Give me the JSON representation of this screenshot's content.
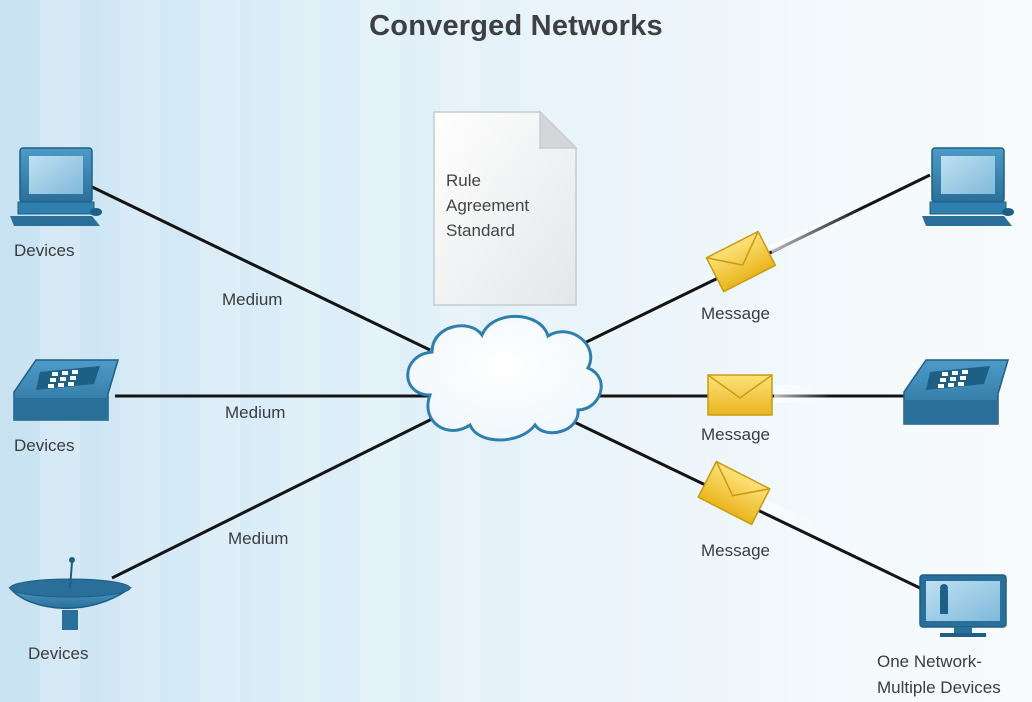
{
  "title": "Converged Networks",
  "document": {
    "lines": [
      "Rule",
      "Agreement",
      "Standard"
    ]
  },
  "left_devices": [
    {
      "device": "computer-icon",
      "label": "Devices"
    },
    {
      "device": "phone-icon",
      "label": "Devices"
    },
    {
      "device": "satellite-dish-icon",
      "label": "Devices"
    }
  ],
  "medium_labels": [
    "Medium",
    "Medium",
    "Medium"
  ],
  "message_labels": [
    "Message",
    "Message",
    "Message"
  ],
  "right_caption": {
    "line1": "One Network-",
    "line2": "Multiple Devices"
  },
  "colors": {
    "device_blue": "#2f7fae",
    "device_dark": "#1e5f86",
    "envelope": "#f2c530",
    "line": "#141414"
  }
}
